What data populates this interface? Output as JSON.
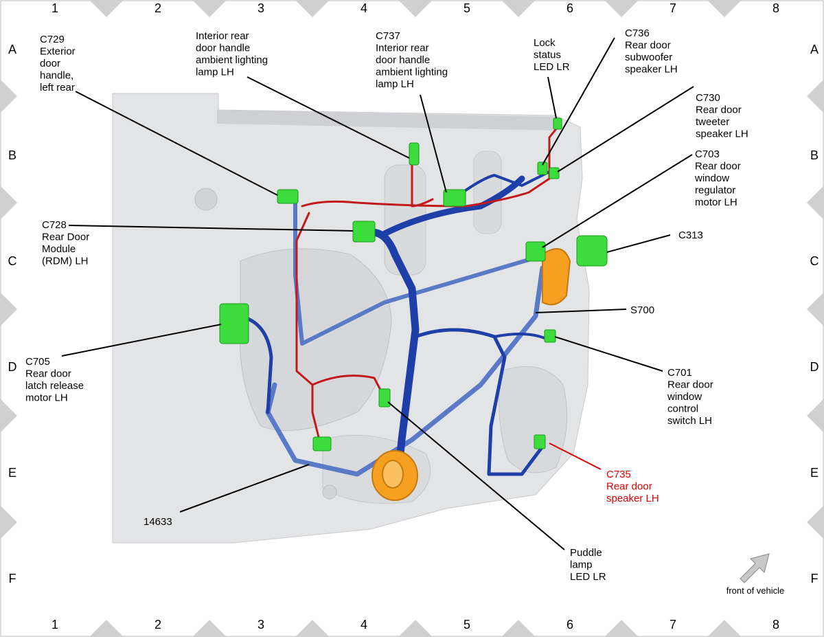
{
  "grid": {
    "columns": [
      "1",
      "2",
      "3",
      "4",
      "5",
      "6",
      "7",
      "8"
    ],
    "rows": [
      "A",
      "B",
      "C",
      "D",
      "E",
      "F"
    ]
  },
  "labels": {
    "c729": [
      "C729",
      "Exterior",
      "door",
      "handle,",
      "left rear"
    ],
    "int_lamp": [
      "Interior rear",
      "door handle",
      "ambient lighting",
      "lamp LH"
    ],
    "c737": [
      "C737",
      "Interior rear",
      "door handle",
      "ambient lighting",
      "lamp LH"
    ],
    "lock_led": [
      "Lock",
      "status",
      "LED LR"
    ],
    "c736": [
      "C736",
      "Rear door",
      "subwoofer",
      "speaker LH"
    ],
    "c730": [
      "C730",
      "Rear door",
      "tweeter",
      "speaker LH"
    ],
    "c703": [
      "C703",
      "Rear door",
      "window",
      "regulator",
      "motor LH"
    ],
    "c313": [
      "C313"
    ],
    "c728": [
      "C728",
      "Rear Door",
      "Module",
      "(RDM) LH"
    ],
    "s700": [
      "S700"
    ],
    "c705": [
      "C705",
      "Rear door",
      "latch release",
      "motor LH"
    ],
    "c701": [
      "C701",
      "Rear door",
      "window",
      "control",
      "switch LH"
    ],
    "c735": [
      "C735",
      "Rear door",
      "speaker LH"
    ],
    "n14633": [
      "14633"
    ],
    "puddle": [
      "Puddle",
      "lamp",
      "LED LR"
    ]
  },
  "front_of_vehicle": "front of vehicle",
  "colors": {
    "connector": "#3ddc3d",
    "connector_dark": "#1a9a1a",
    "harness_dark": "#1f3fa8",
    "harness_light": "#5a7ac8",
    "wire_red": "#c21a1a",
    "grommet": "#f5a020",
    "panel": "#e2e3e5",
    "highlight_text": "#e00000"
  }
}
